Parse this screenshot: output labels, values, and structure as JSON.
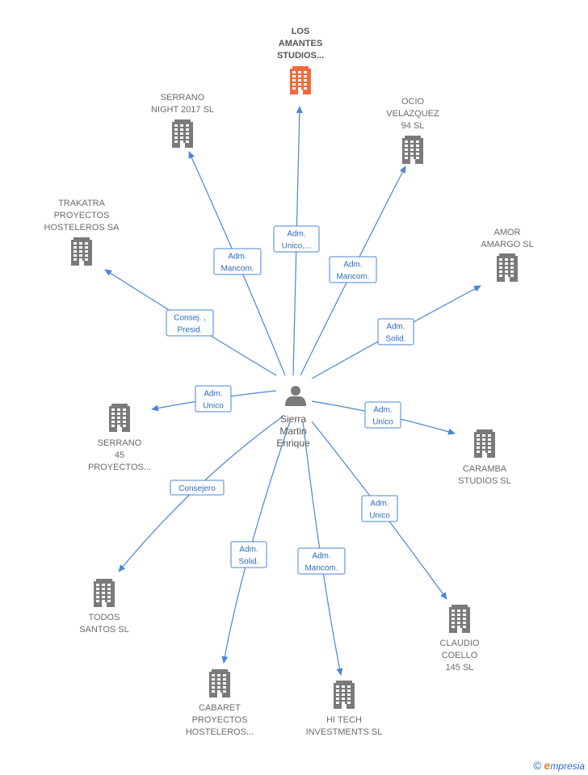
{
  "center": {
    "name_lines": [
      "Sierra",
      "Martin",
      "Enrique"
    ],
    "icon": "person-icon"
  },
  "companies": [
    {
      "id": "los-amantes",
      "lines": [
        "LOS",
        "AMANTES",
        "STUDIOS..."
      ],
      "highlight": true,
      "edge_lines": [
        "Adm.",
        "Unico,..."
      ]
    },
    {
      "id": "serrano-night",
      "lines": [
        "SERRANO",
        "NIGHT 2017  SL"
      ],
      "highlight": false,
      "edge_lines": [
        "Adm.",
        "Mancom."
      ]
    },
    {
      "id": "ocio-velazquez",
      "lines": [
        "OCIO",
        "VELAZQUEZ",
        "94  SL"
      ],
      "highlight": false,
      "edge_lines": [
        "Adm.",
        "Mancom."
      ]
    },
    {
      "id": "trakatra",
      "lines": [
        "TRAKATRA",
        "PROYECTOS",
        "HOSTELEROS SA"
      ],
      "highlight": false,
      "edge_lines": [
        "Consej. ,",
        "Presid."
      ]
    },
    {
      "id": "amor-amargo",
      "lines": [
        "AMOR",
        "AMARGO  SL"
      ],
      "highlight": false,
      "edge_lines": [
        "Adm.",
        "Solid."
      ]
    },
    {
      "id": "serrano-45",
      "lines": [
        "SERRANO",
        "45",
        "PROYECTOS..."
      ],
      "highlight": false,
      "edge_lines": [
        "Adm.",
        "Unico"
      ]
    },
    {
      "id": "caramba",
      "lines": [
        "CARAMBA",
        "STUDIOS  SL"
      ],
      "highlight": false,
      "edge_lines": [
        "Adm.",
        "Unico"
      ]
    },
    {
      "id": "todos-santos",
      "lines": [
        "TODOS",
        "SANTOS  SL"
      ],
      "highlight": false,
      "edge_lines": [
        "Consejero"
      ]
    },
    {
      "id": "claudio-coello",
      "lines": [
        "CLAUDIO",
        "COELLO",
        "145 SL"
      ],
      "highlight": false,
      "edge_lines": [
        "Adm.",
        "Unico"
      ]
    },
    {
      "id": "cabaret",
      "lines": [
        "CABARET",
        "PROYECTOS",
        "HOSTELEROS..."
      ],
      "highlight": false,
      "edge_lines": [
        "Adm.",
        "Solid."
      ]
    },
    {
      "id": "hi-tech",
      "lines": [
        "HI TECH",
        "INVESTMENTS SL"
      ],
      "highlight": false,
      "edge_lines": [
        "Adm.",
        "Mancom."
      ]
    }
  ],
  "colors": {
    "edge": "#4a86d4",
    "building": "#7a7a7a",
    "building_highlight": "#f06a3c",
    "person": "#7a7a7a"
  },
  "footer": {
    "copyright_symbol": "©",
    "brand_initial": "e",
    "brand_rest": "mpresia"
  }
}
